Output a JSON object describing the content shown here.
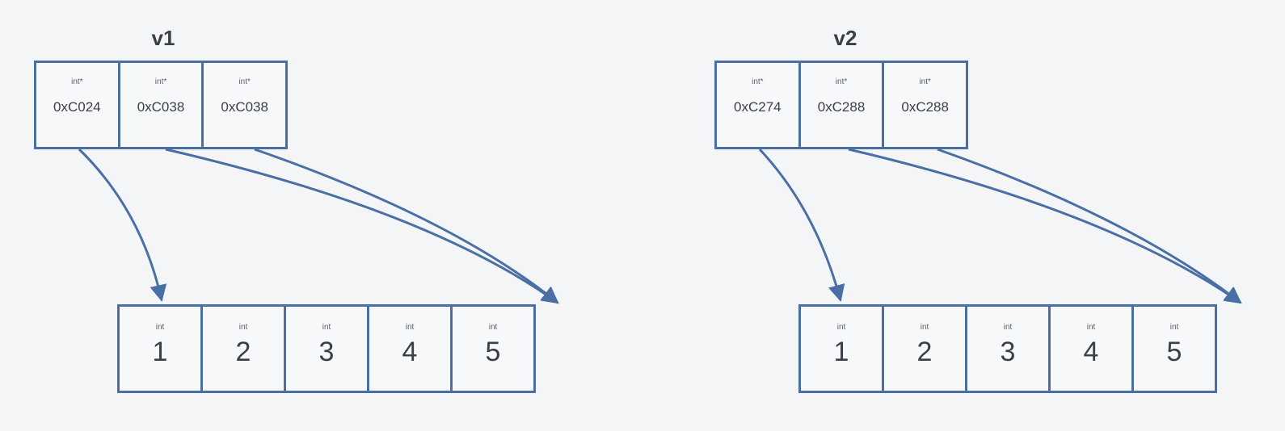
{
  "diagrams": [
    {
      "title": "v1",
      "pointers": [
        {
          "type": "int*",
          "value": "0xC024"
        },
        {
          "type": "int*",
          "value": "0xC038"
        },
        {
          "type": "int*",
          "value": "0xC038"
        }
      ],
      "elements": [
        {
          "type": "int",
          "value": "1"
        },
        {
          "type": "int",
          "value": "2"
        },
        {
          "type": "int",
          "value": "3"
        },
        {
          "type": "int",
          "value": "4"
        },
        {
          "type": "int",
          "value": "5"
        }
      ]
    },
    {
      "title": "v2",
      "pointers": [
        {
          "type": "int*",
          "value": "0xC274"
        },
        {
          "type": "int*",
          "value": "0xC288"
        },
        {
          "type": "int*",
          "value": "0xC288"
        }
      ],
      "elements": [
        {
          "type": "int",
          "value": "1"
        },
        {
          "type": "int",
          "value": "2"
        },
        {
          "type": "int",
          "value": "3"
        },
        {
          "type": "int",
          "value": "4"
        },
        {
          "type": "int",
          "value": "5"
        }
      ]
    }
  ],
  "colors": {
    "stroke": "#4a6fa5",
    "text": "#3a3f48",
    "background": "#f4f5f6"
  }
}
